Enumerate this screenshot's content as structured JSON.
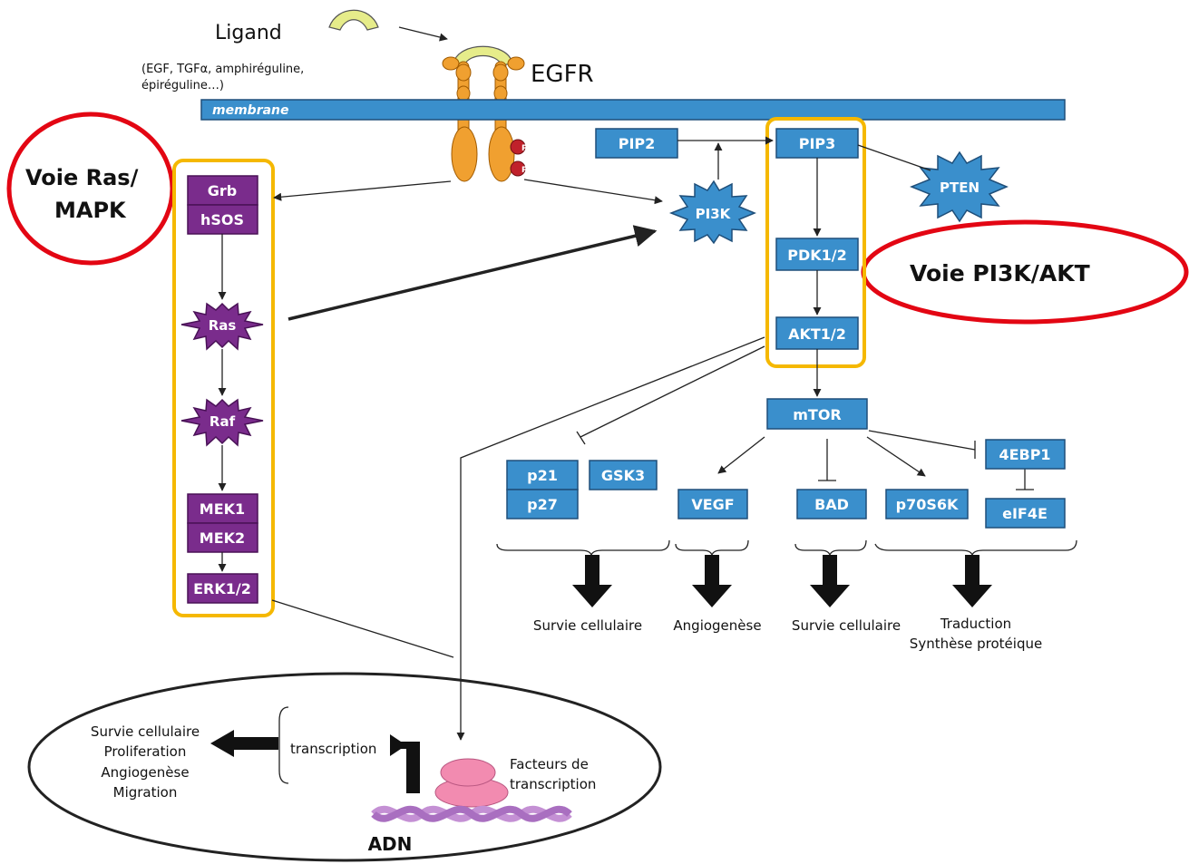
{
  "ligand": {
    "title": "Ligand",
    "examples_line1": "(EGF, TGFα, amphiréguline,",
    "examples_line2": "épiréguline…)"
  },
  "receptor": {
    "label": "EGFR",
    "phospho_label": "P"
  },
  "membrane": {
    "label": "membrane"
  },
  "pathways": {
    "ras_line1": "Voie Ras/",
    "ras_line2": "MAPK",
    "pi3k": "Voie PI3K/AKT"
  },
  "ras_nodes": {
    "grb": "Grb",
    "hsos": "hSOS",
    "ras": "Ras",
    "raf": "Raf",
    "mek1": "MEK1",
    "mek2": "MEK2",
    "erk": "ERK1/2"
  },
  "pi3k_nodes": {
    "pip2": "PIP2",
    "pip3": "PIP3",
    "pi3k": "PI3K",
    "pten": "PTEN",
    "pdk": "PDK1/2",
    "akt": "AKT1/2",
    "mtor": "mTOR"
  },
  "targets": {
    "p21": "p21",
    "p27": "p27",
    "gsk3": "GSK3",
    "vegf": "VEGF",
    "bad": "BAD",
    "p70s6k": "p70S6K",
    "ebp": "4EBP1",
    "eif4e": "eIF4E"
  },
  "outcomes": {
    "survie1": "Survie cellulaire",
    "angio": "Angiogenèse",
    "survie2": "Survie cellulaire",
    "trad_line1": "Traduction",
    "trad_line2": "Synthèse protéique"
  },
  "nucleus": {
    "effects": [
      "Survie cellulaire",
      "Proliferation",
      "Angiogenèse",
      "Migration"
    ],
    "transcription": "transcription",
    "factors_line1": "Facteurs de",
    "factors_line2": "transcription",
    "dna": "ADN"
  }
}
